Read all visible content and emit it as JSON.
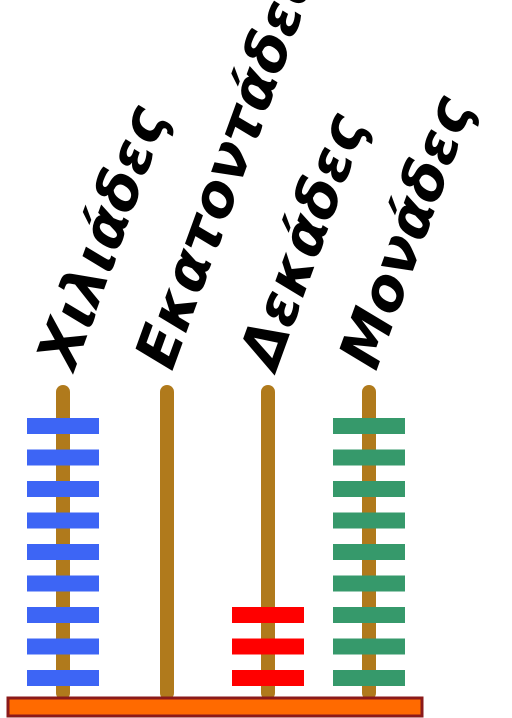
{
  "columns": [
    {
      "id": "thousands",
      "label": "Χιλιάδες",
      "beads": 9,
      "bead_color": "#3d65f5"
    },
    {
      "id": "hundreds",
      "label": "Εκατοντάδες",
      "beads": 0,
      "bead_color": "#3d65f5"
    },
    {
      "id": "tens",
      "label": "Δεκάδες",
      "beads": 3,
      "bead_color": "#ff0000"
    },
    {
      "id": "units",
      "label": "Μονάδες",
      "beads": 9,
      "bead_color": "#36996b"
    }
  ],
  "colors": {
    "rod": "#b07a1c",
    "base_fill": "#ff6a00",
    "base_border": "#8b1a1a",
    "label": "#000000"
  }
}
